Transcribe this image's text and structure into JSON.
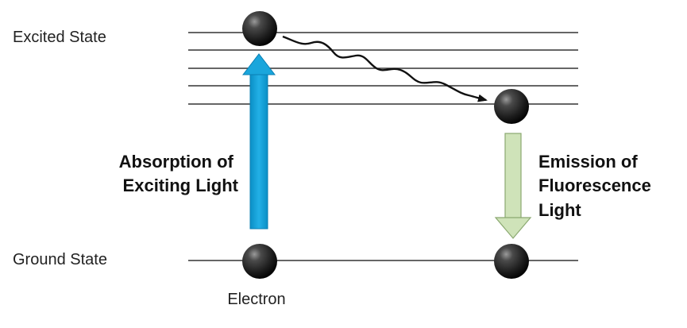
{
  "labels": {
    "excited_state": "Excited State",
    "ground_state": "Ground State",
    "electron": "Electron",
    "absorption_line1": "Absorption of",
    "absorption_line2": "Exciting Light",
    "emission_line1": "Emission of",
    "emission_line2": "Fluorescence",
    "emission_line3": "Light"
  },
  "colors": {
    "absorption_arrow": "#1aa6dc",
    "emission_arrow": "#cfe3b9",
    "emission_arrow_stroke": "#8aa870",
    "electron": "#2a2a2a",
    "level_lines": "#333333"
  },
  "icons": {
    "electron": "electron-sphere-icon",
    "absorption": "up-arrow-icon",
    "emission": "down-arrow-icon",
    "relaxation": "wavy-arrow-icon"
  },
  "excited_state_sublevels": 5
}
